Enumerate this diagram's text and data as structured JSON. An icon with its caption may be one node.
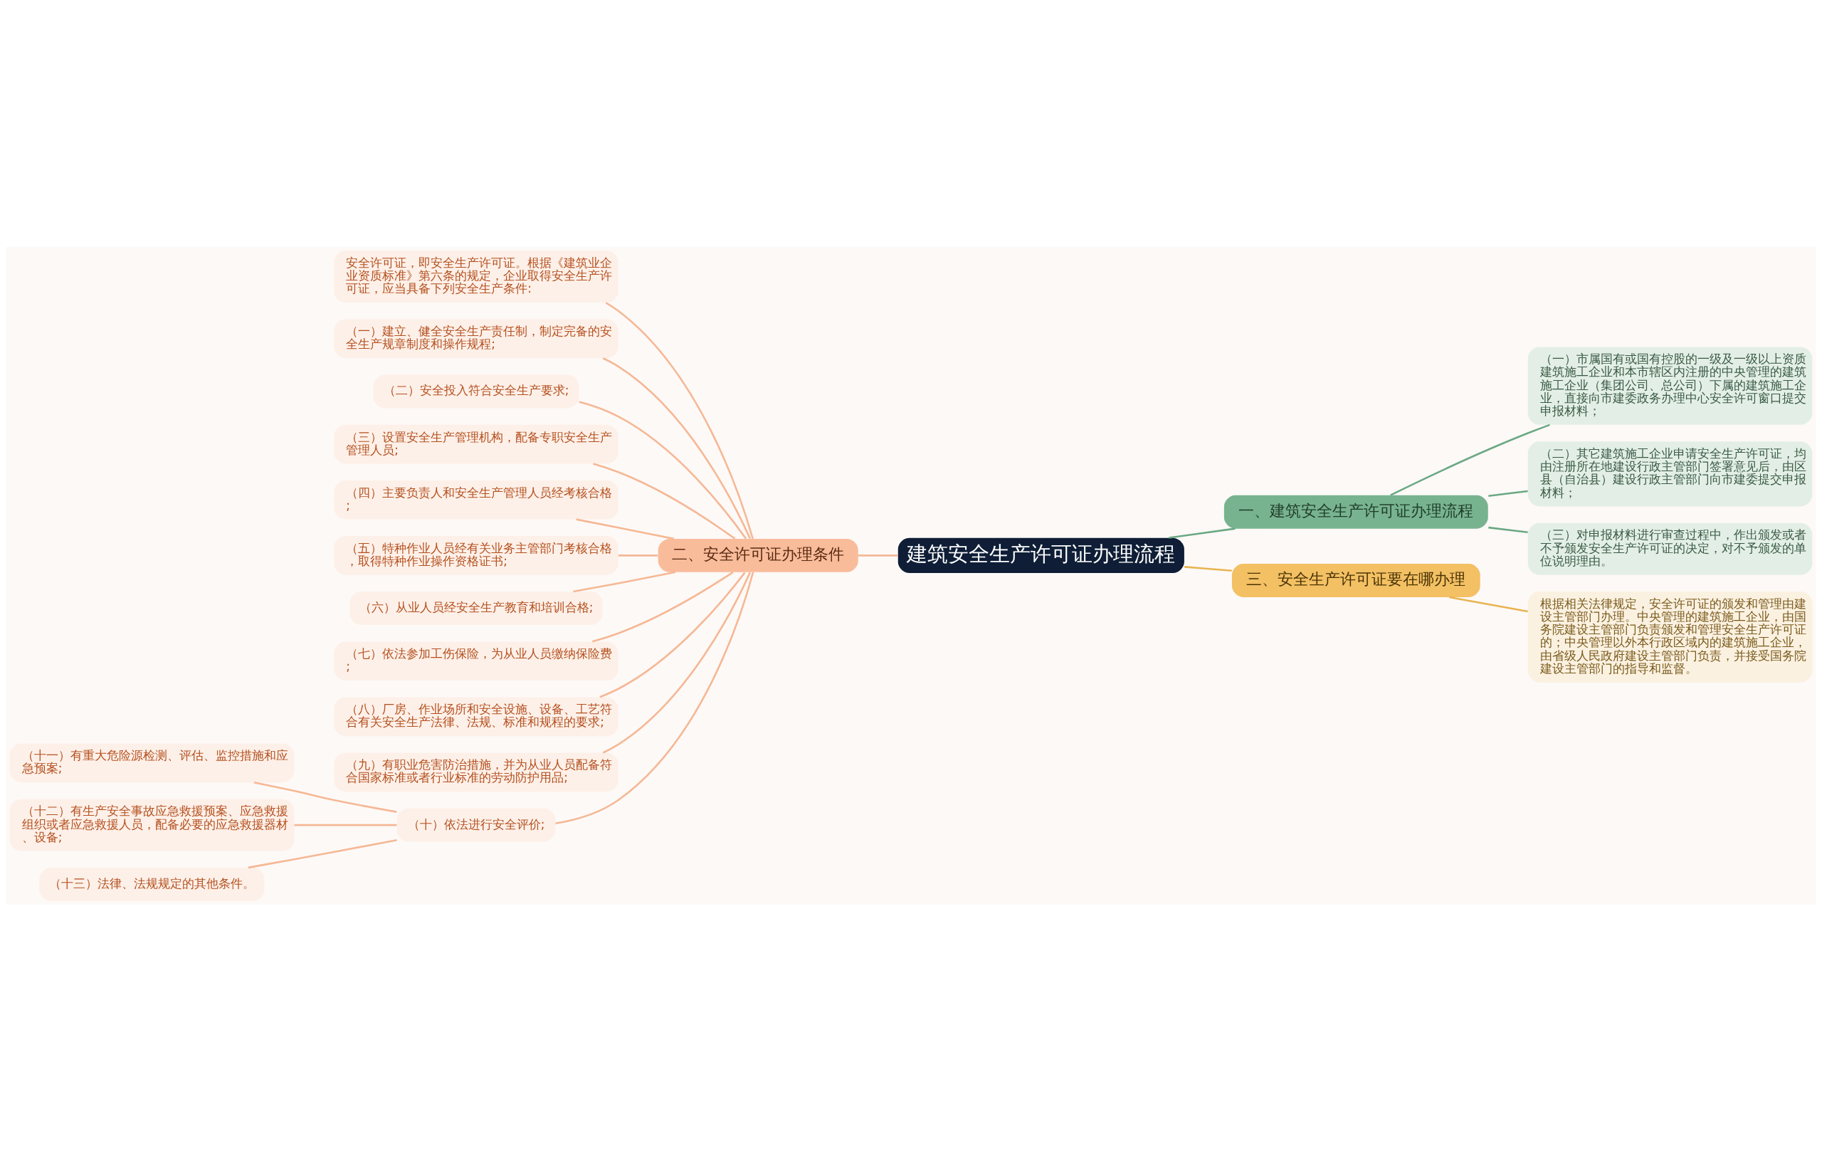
{
  "diagram": {
    "nodes": [
      {
        "text": [
          "建筑安全生产许可证办理流程"
        ]
      },
      {
        "text": [
          "一、建筑安全生产许可证办理流程"
        ]
      },
      {
        "text": [
          "（一）市属国有或国有控股的一级及一级以上资质建筑施工企业和本市辖区内注册的中央管理的建筑施工企业（集团公司、总公司）下属的建筑施工企业，直接向市建委政务办理中心安全许可窗口提交申报材料；"
        ]
      },
      {
        "text": [
          "（二）其它建筑施工企业申请安全生产许可证，均由注册所在地建设行政主管部门签署意见后，由区县（自治县）建设行政主管部门向市建委提交申报材料；"
        ]
      },
      {
        "text": [
          "（三）对申报材料进行审查过程中，作出颁发或者不予颁发安全生产许可证的决定，对不予颁发的单位说明理由。"
        ]
      },
      {
        "text": [
          "二、安全许可证办理条件"
        ]
      },
      {
        "text": [
          "安全许可证，即安全生产许可证。根据《建筑业企业资质标准》第六条的规定，企业取得安全生产许可证，应当具备下列安全生产条件:"
        ]
      },
      {
        "text": [
          "（一）建立、健全安全生产责任制，制定完备的安全生产规章制度和操作规程;"
        ]
      },
      {
        "text": [
          "（二）安全投入符合安全生产要求;"
        ]
      },
      {
        "text": [
          "（三）设置安全生产管理机构，配备专职安全生产管理人员;"
        ]
      },
      {
        "text": [
          "（四）主要负责人和安全生产管理人员经考核合格;"
        ]
      },
      {
        "text": [
          "（五）特种作业人员经有关业务主管部门考核合格，取得特种作业操作资格证书;"
        ]
      },
      {
        "text": [
          "（六）从业人员经安全生产教育和培训合格;"
        ]
      },
      {
        "text": [
          "（七）依法参加工伤保险，为从业人员缴纳保险费;"
        ]
      },
      {
        "text": [
          "（八）厂房、作业场所和安全设施、设备、工艺符合有关安全生产法律、法规、标准和规程的要求;"
        ]
      },
      {
        "text": [
          "（九）有职业危害防治措施，并为从业人员配备符合国家标准或者行业标准的劳动防护用品;"
        ]
      },
      {
        "text": [
          "（十）依法进行安全评价;"
        ]
      },
      {
        "text": [
          "（十一）有重大危险源检测、评估、监控措施和应急预案;"
        ]
      },
      {
        "text": [
          "（十二）有生产安全事故应急救援预案、应急救援组织或者应急救援人员，配备必要的应急救援器材、设备;"
        ]
      },
      {
        "text": [
          "（十三）法律、法规规定的其他条件。"
        ]
      },
      {
        "text": [
          "三、安全生产许可证要在哪办理"
        ]
      },
      {
        "text": [
          "根据相关法律规定，安全许可证的颁发和管理由建设主管部门办理。中央管理的建筑施工企业，由国务院建设主管部门负责颁发和管理安全生产许可证的；中央管理以外本行政区域内的建筑施工企业，由省级人民政府建设主管部门负责，并接受国务院建设主管部门的指导和监督。"
        ]
      }
    ],
    "edges": [
      {
        "from": 0,
        "to": 1,
        "arrow": "none",
        "color": "#6aa883"
      },
      {
        "from": 1,
        "to": 2,
        "arrow": "none",
        "color": "#6aa883"
      },
      {
        "from": 1,
        "to": 3,
        "arrow": "none",
        "color": "#6aa883"
      },
      {
        "from": 1,
        "to": 4,
        "arrow": "none",
        "color": "#6aa883"
      },
      {
        "from": 0,
        "to": 5,
        "arrow": "none"
      },
      {
        "from": 5,
        "to": 6,
        "arrow": "none"
      },
      {
        "from": 5,
        "to": 7,
        "arrow": "none"
      },
      {
        "from": 5,
        "to": 8,
        "arrow": "none"
      },
      {
        "from": 5,
        "to": 9,
        "arrow": "none"
      },
      {
        "from": 5,
        "to": 10,
        "arrow": "none"
      },
      {
        "from": 5,
        "to": 11,
        "arrow": "none"
      },
      {
        "from": 5,
        "to": 12,
        "arrow": "none"
      },
      {
        "from": 5,
        "to": 13,
        "arrow": "none"
      },
      {
        "from": 5,
        "to": 14,
        "arrow": "none"
      },
      {
        "from": 5,
        "to": 15,
        "arrow": "none"
      },
      {
        "from": 5,
        "to": 16,
        "arrow": "none"
      },
      {
        "from": 16,
        "to": 17,
        "arrow": "none"
      },
      {
        "from": 16,
        "to": 18,
        "arrow": "none"
      },
      {
        "from": 16,
        "to": 19,
        "arrow": "none"
      },
      {
        "from": 0,
        "to": 20,
        "arrow": "none",
        "color": "#e8b450"
      },
      {
        "from": 20,
        "to": 21,
        "arrow": "none",
        "color": "#e8b450"
      }
    ]
  }
}
